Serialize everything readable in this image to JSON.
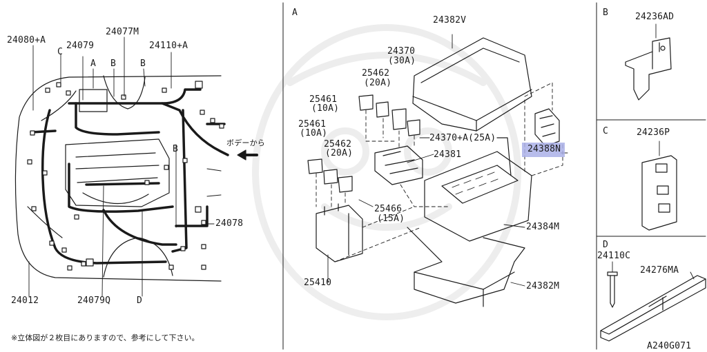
{
  "diagram": {
    "sections": {
      "A": "A",
      "B": "B",
      "C": "C",
      "D": "D"
    },
    "harness_panel": {
      "parts": {
        "p24080a": "24080+A",
        "p24079": "24079",
        "p24077m": "24077M",
        "p24110a": "24110+A",
        "p24078": "24078",
        "p24012": "24012",
        "p24079q": "24079Q"
      },
      "connector_refs": {
        "c_top_left": "C",
        "a_top": "A",
        "b_top_1": "B",
        "b_top_2": "B",
        "b_mid": "B",
        "d_bottom": "D"
      },
      "body_label": "ボデーから"
    },
    "fuse_panel": {
      "parts": {
        "p24382v": "24382V",
        "p24370": "24370",
        "p24370_rating": "(30A)",
        "p25462_top": "25462",
        "p25462_top_rating": "(20A)",
        "p25461_top": "25461",
        "p25461_top_rating": "(10A)",
        "p24370a": "24370+A(25A)",
        "p25461_mid": "25461",
        "p25461_mid_rating": "(10A)",
        "p25462_mid": "25462",
        "p25462_mid_rating": "(20A)",
        "p24381": "24381",
        "p24388n": "24388N",
        "p25466": "25466",
        "p25466_rating": "(15A)",
        "p24384m": "24384M",
        "p25410": "25410",
        "p24382m": "24382M"
      },
      "highlight_color": "#aab0e8"
    },
    "detail_b": {
      "part": "24236AD"
    },
    "detail_c": {
      "part": "24236P"
    },
    "detail_d": {
      "part_bolt": "24110C",
      "part_bar": "24276MA"
    },
    "footnote": "※立体図が２枚目にありますので、参考にして下さい。",
    "drawing_code": "A240G071"
  }
}
